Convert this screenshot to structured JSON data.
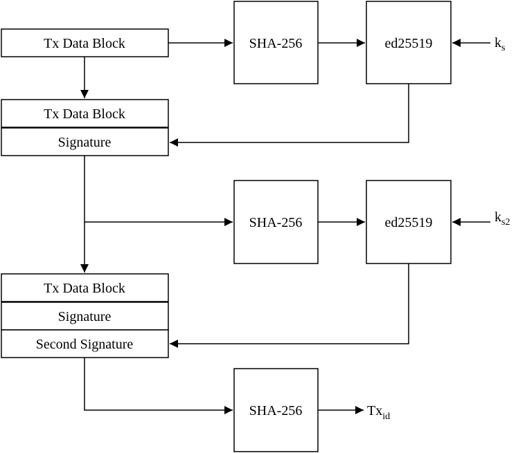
{
  "stage1": {
    "data_block": "Tx Data Block",
    "hash": "SHA-256",
    "signer": "ed25519",
    "key": {
      "base": "k",
      "sub": "s"
    }
  },
  "record1": {
    "data_block": "Tx Data Block",
    "signature": "Signature"
  },
  "stage2": {
    "hash": "SHA-256",
    "signer": "ed25519",
    "key": {
      "base": "k",
      "sub": "s2"
    }
  },
  "record2": {
    "data_block": "Tx Data Block",
    "signature": "Signature",
    "second_signature": "Second Signature"
  },
  "stage3": {
    "hash": "SHA-256",
    "output": {
      "base": "Tx",
      "sub": "id"
    }
  },
  "colors": {
    "stroke": "#000000",
    "background": "#ffffff"
  }
}
